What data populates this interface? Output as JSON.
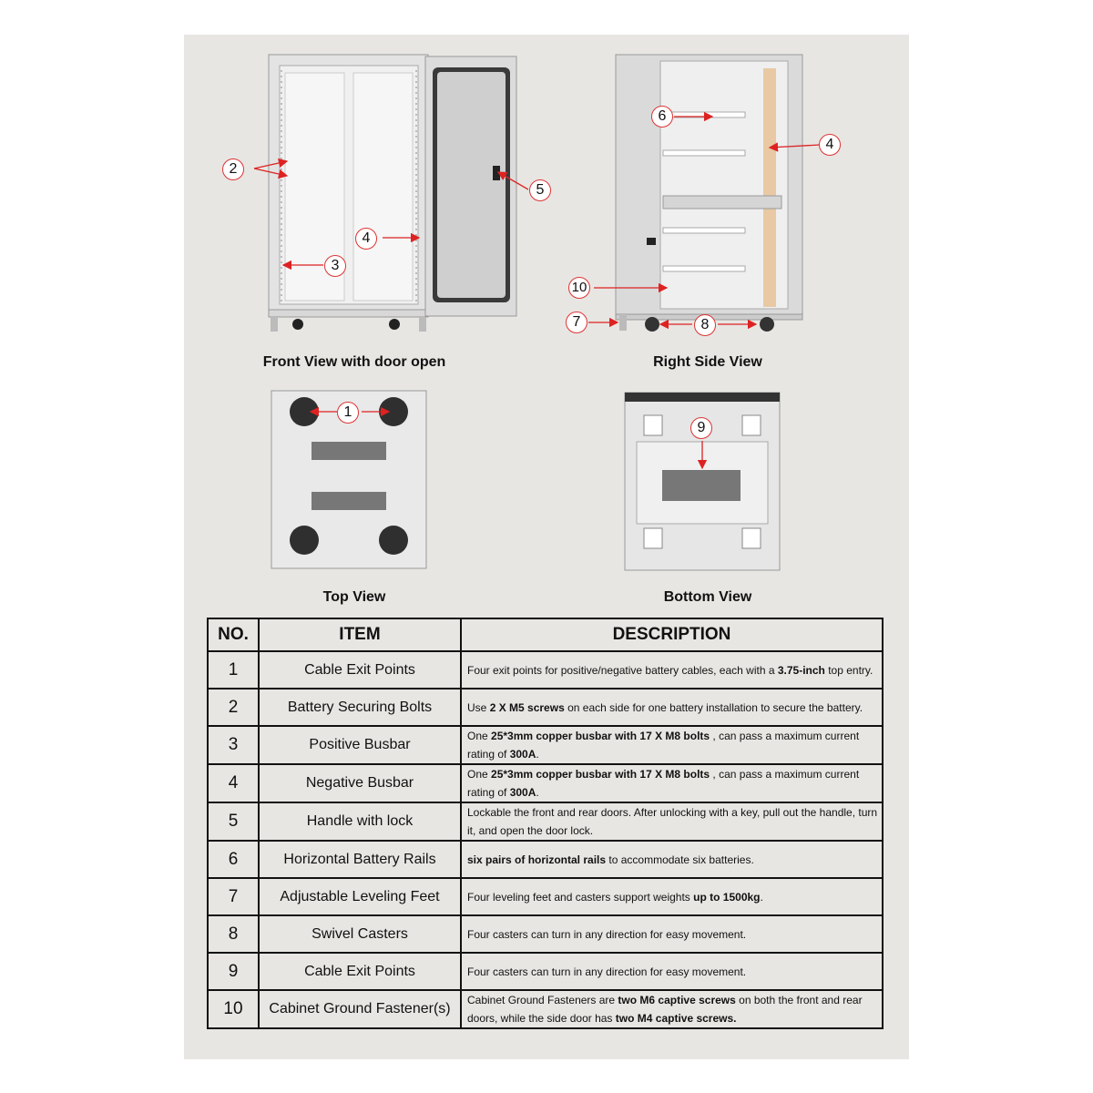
{
  "views": {
    "front": "Front View with door open",
    "right": "Right Side View",
    "top": "Top View",
    "bottom": "Bottom View"
  },
  "callouts": [
    "1",
    "2",
    "3",
    "4",
    "5",
    "6",
    "7",
    "8",
    "9",
    "10"
  ],
  "table": {
    "headers": {
      "no": "NO.",
      "item": "ITEM",
      "description": "DESCRIPTION"
    },
    "rows": [
      {
        "no": "1",
        "item": "Cable Exit Points",
        "desc": [
          "Four exit points for positive/negative battery cables, each with a ",
          "3.75-inch",
          " top entry."
        ]
      },
      {
        "no": "2",
        "item": "Battery Securing Bolts",
        "desc": [
          "Use ",
          "2 X M5 screws",
          " on each side for one battery installation to secure the battery."
        ]
      },
      {
        "no": "3",
        "item": "Positive Busbar",
        "desc": [
          "One ",
          "25*3mm copper busbar with 17 X M8 bolts",
          " , can pass a maximum current rating of ",
          "300A",
          "."
        ]
      },
      {
        "no": "4",
        "item": "Negative Busbar",
        "desc": [
          "One ",
          "25*3mm copper busbar with 17 X M8 bolts",
          " , can pass a maximum current rating of ",
          "300A",
          "."
        ]
      },
      {
        "no": "5",
        "item": "Handle with lock",
        "desc": [
          "Lockable the front and rear doors. After unlocking with a key, pull out the handle, turn it, and open the door lock."
        ]
      },
      {
        "no": "6",
        "item": "Horizontal Battery Rails",
        "desc": [
          "",
          "six pairs of horizontal rails",
          " to accommodate six batteries."
        ]
      },
      {
        "no": "7",
        "item": "Adjustable Leveling Feet",
        "desc": [
          "Four leveling feet and casters support weights ",
          "up to 1500kg",
          "."
        ]
      },
      {
        "no": "8",
        "item": "Swivel Casters",
        "desc": [
          "Four casters can turn in any direction for easy movement."
        ]
      },
      {
        "no": "9",
        "item": "Cable Exit Points",
        "desc": [
          "Four casters can turn in any direction for easy movement."
        ]
      },
      {
        "no": "10",
        "item": "Cabinet Ground Fastener(s)",
        "desc": [
          "Cabinet Ground Fasteners are ",
          "two M6 captive screws",
          " on both the front and rear doors, while the side door has ",
          "two M4 captive screws."
        ]
      }
    ]
  }
}
